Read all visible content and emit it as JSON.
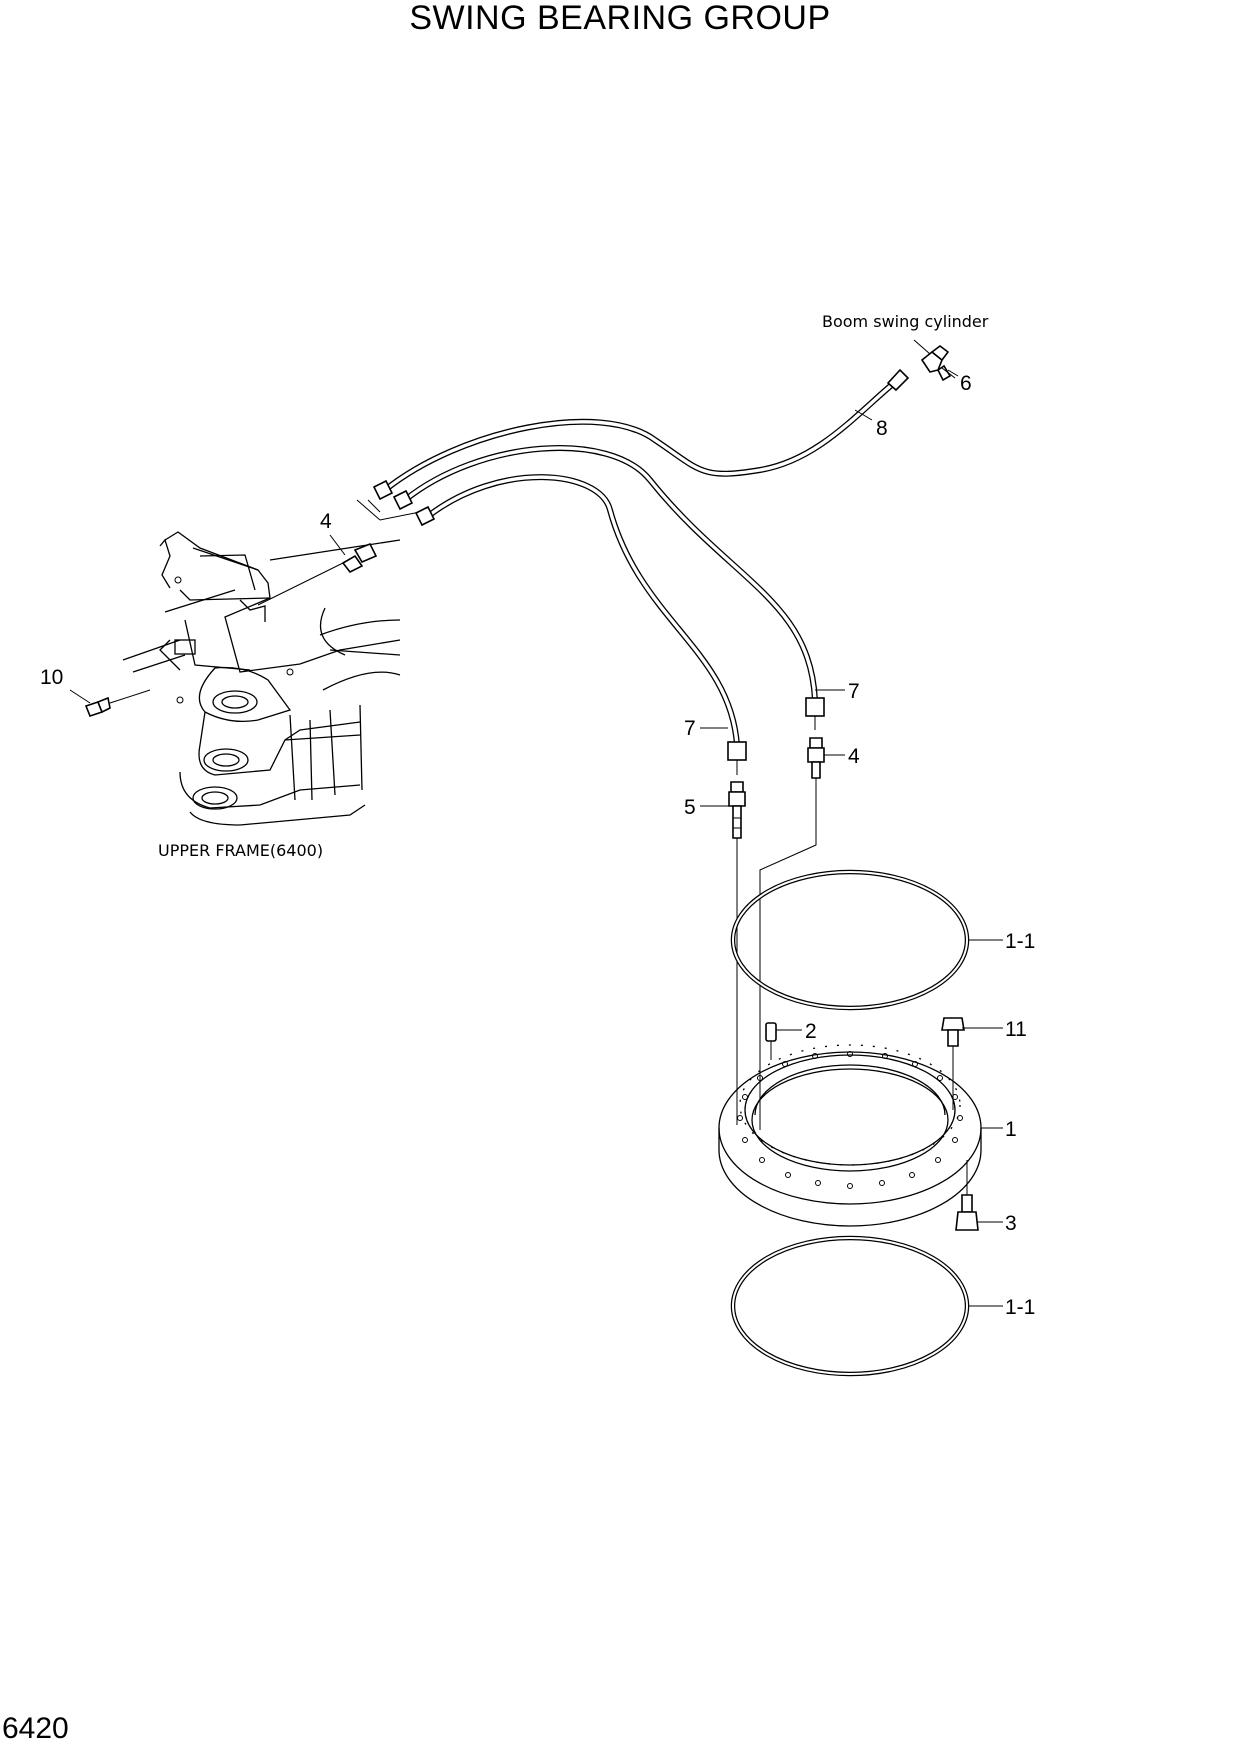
{
  "title": "SWING BEARING GROUP",
  "page_number": "6420",
  "notes": {
    "boom_swing_cylinder": "Boom swing cylinder",
    "upper_frame": "UPPER FRAME(6400)"
  },
  "callouts": {
    "c10": "10",
    "c4_top": "4",
    "c6": "6",
    "c8": "8",
    "c7_right": "7",
    "c7_left": "7",
    "c4_right": "4",
    "c5": "5",
    "c1_1_top": "1-1",
    "c2": "2",
    "c11": "11",
    "c1": "1",
    "c3": "3",
    "c1_1_bottom": "1-1"
  }
}
